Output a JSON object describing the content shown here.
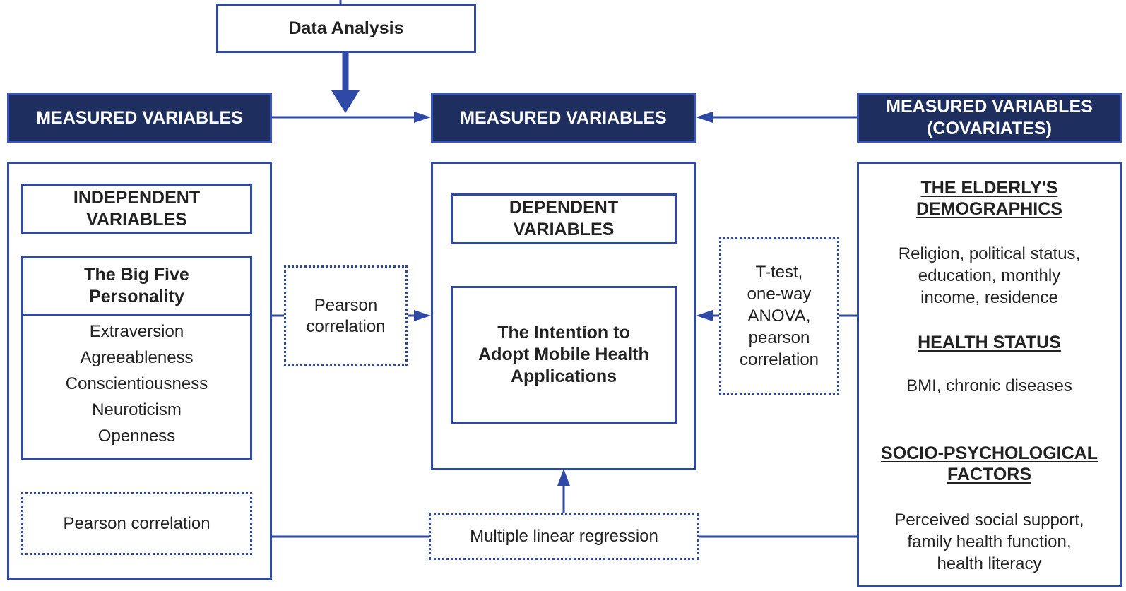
{
  "top": {
    "data_analysis": "Data Analysis"
  },
  "headers": {
    "left": "MEASURED VARIABLES",
    "center": "MEASURED VARIABLES",
    "right": "MEASURED VARIABLES\n(COVARIATES)"
  },
  "left_panel": {
    "independent": "INDEPENDENT\nVARIABLES",
    "big_five_title": "The Big Five\nPersonality",
    "traits": [
      "Extraversion",
      "Agreeableness",
      "Conscientiousness",
      "Neuroticism",
      "Openness"
    ],
    "pearson": "Pearson correlation"
  },
  "center_panel": {
    "dependent": "DEPENDENT\nVARIABLES",
    "intention": "The Intention to\nAdopt Mobile Health\nApplications"
  },
  "connectors": {
    "pearson_mid": "Pearson\ncorrelation",
    "tests": "T-test,\none-way\nANOVA,\npearson\ncorrelation",
    "regression": "Multiple linear regression"
  },
  "right_panel": {
    "demographics_title": "THE ELDERLY'S\nDEMOGRAPHICS",
    "demographics_body": "Religion, political status,\neducation, monthly\nincome, residence",
    "health_title": "HEALTH STATUS",
    "health_body": "BMI, chronic diseases",
    "socio_title": "SOCIO-PSYCHOLOGICAL\nFACTORS",
    "socio_body": "Perceived social support,\nfamily health function,\nhealth literacy"
  },
  "colors": {
    "line": "#2f49a7",
    "navy": "#1e2f5f"
  }
}
